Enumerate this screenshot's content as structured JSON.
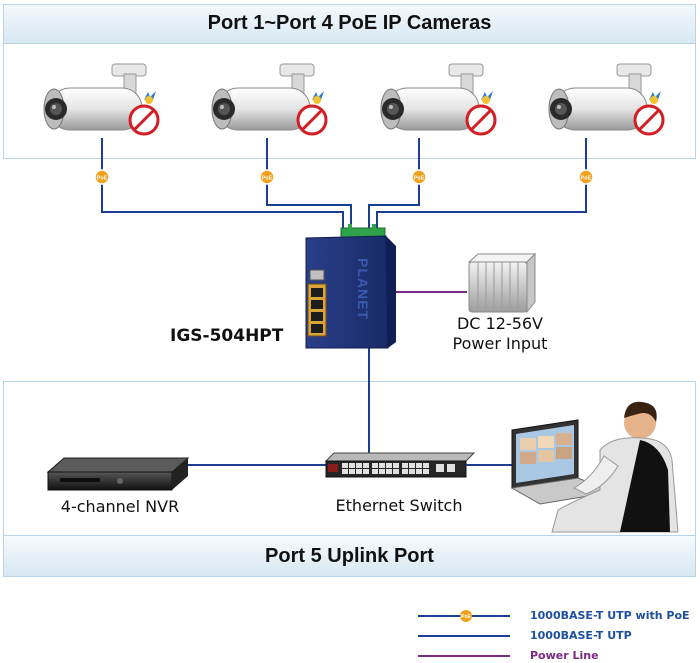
{
  "top_banner": {
    "title": "Port 1~Port 4 PoE IP Cameras"
  },
  "bottom_banner": {
    "title": "Port 5 Uplink Port"
  },
  "device": {
    "model": "IGS-504HPT",
    "brand": "PLANET"
  },
  "power": {
    "line1": "DC 12-56V",
    "line2": "Power Input"
  },
  "nvr": {
    "label": "4-channel NVR"
  },
  "switch": {
    "label": "Ethernet Switch"
  },
  "poe_badge": "PoE",
  "legend": {
    "items": [
      {
        "label": "1000BASE-T UTP with PoE",
        "color": "#1c3f94",
        "badge": true
      },
      {
        "label": "1000BASE-T UTP",
        "color": "#1c3f94",
        "badge": false
      },
      {
        "label": "Power Line",
        "color": "#7b2a83",
        "badge": false
      }
    ]
  },
  "colors": {
    "utp": "#1c3f94",
    "power": "#7b2a83",
    "legend_text_blue": "#1f4fa0",
    "legend_text_purple": "#7b2a83",
    "poe_badge": "#f0a21c"
  }
}
